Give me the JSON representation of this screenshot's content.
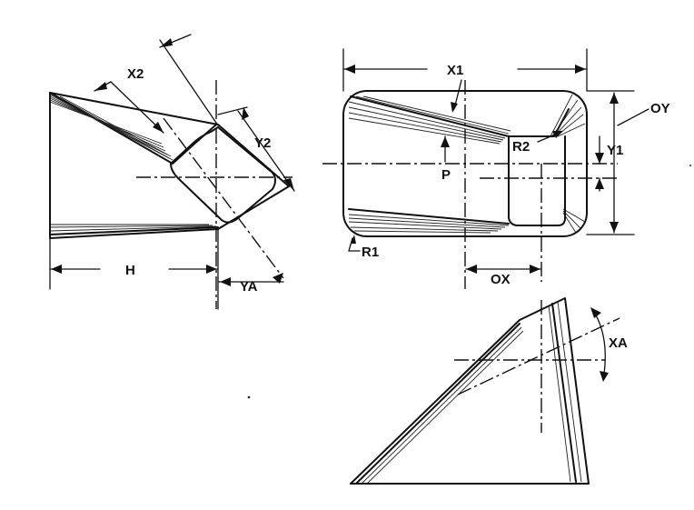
{
  "views": {
    "side": {
      "labels": {
        "x2": "X2",
        "y2": "Y2",
        "h": "H",
        "ya": "YA"
      }
    },
    "front": {
      "labels": {
        "x1": "X1",
        "oy": "OY",
        "y1": "Y1",
        "r2": "R2",
        "p": "P",
        "r1": "R1",
        "ox": "OX"
      }
    },
    "bottom": {
      "labels": {
        "xa": "XA"
      }
    }
  }
}
